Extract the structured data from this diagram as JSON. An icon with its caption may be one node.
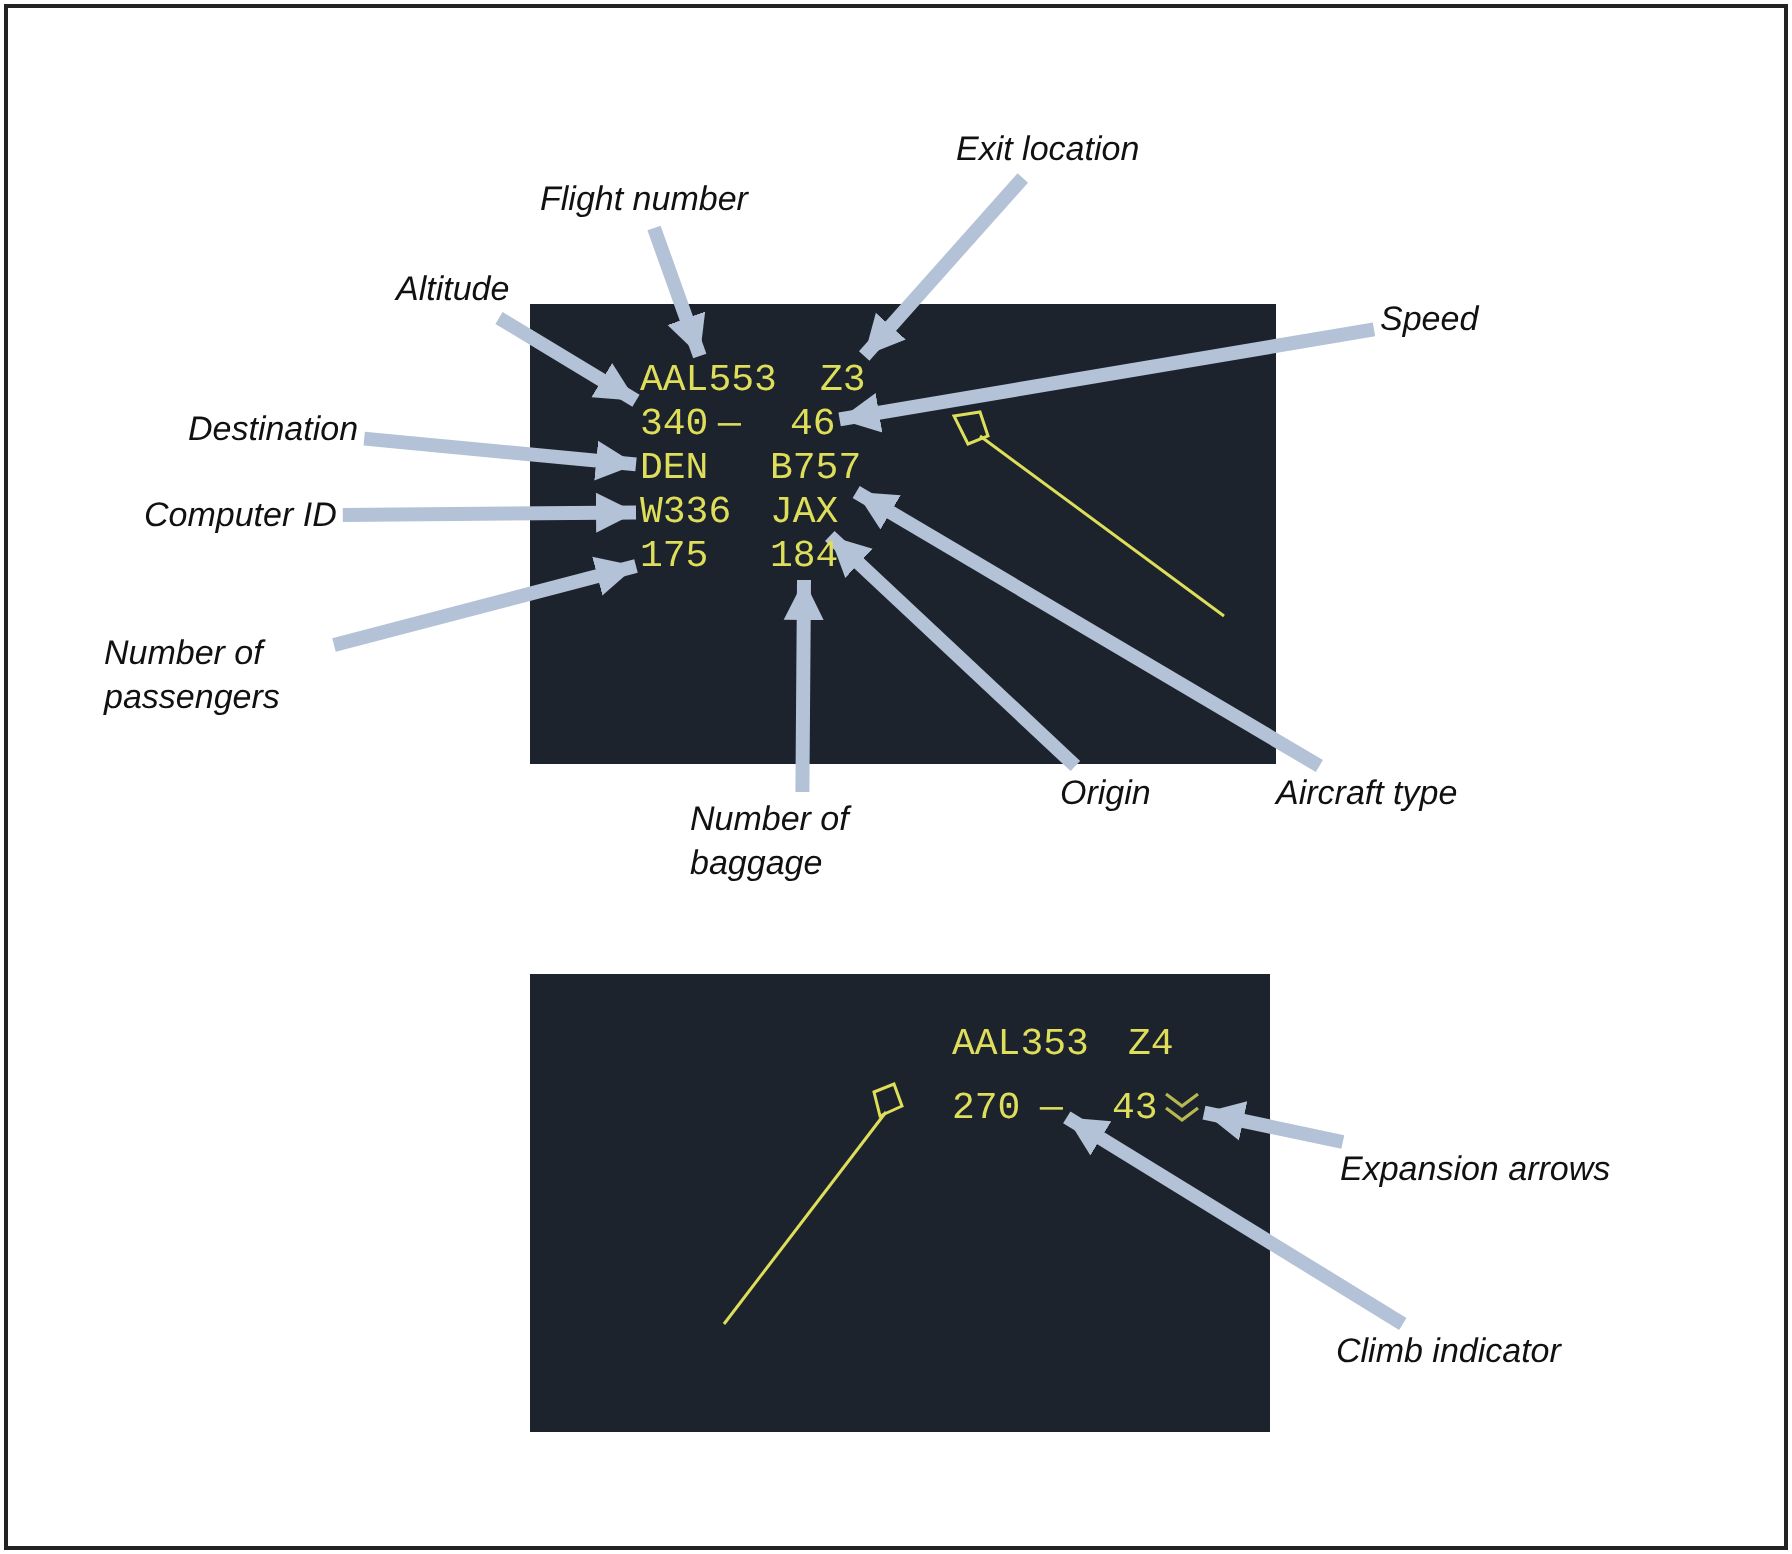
{
  "diagram": {
    "nodes": [
      {
        "text": [
          "Exit location"
        ]
      },
      {
        "text": [
          "Flight number"
        ]
      },
      {
        "text": [
          "Altitude"
        ]
      },
      {
        "text": [
          "Speed"
        ]
      },
      {
        "text": [
          "Destination"
        ]
      },
      {
        "text": [
          "Computer ID"
        ]
      },
      {
        "text": [
          "Number of passengers"
        ]
      },
      {
        "text": [
          "Number of baggage"
        ]
      },
      {
        "text": [
          "Origin"
        ]
      },
      {
        "text": [
          "Aircraft type"
        ]
      },
      {
        "text": [
          "AAL553"
        ]
      },
      {
        "text": [
          "Z3"
        ]
      },
      {
        "text": [
          "340"
        ]
      },
      {
        "text": [
          "46"
        ]
      },
      {
        "text": [
          "DEN"
        ]
      },
      {
        "text": [
          "B757"
        ]
      },
      {
        "text": [
          "W336"
        ]
      },
      {
        "text": [
          "JAX"
        ]
      },
      {
        "text": [
          "175"
        ]
      },
      {
        "text": [
          "184"
        ]
      },
      {
        "text": [
          "AAL353"
        ]
      },
      {
        "text": [
          "Z4"
        ]
      },
      {
        "text": [
          "270"
        ]
      },
      {
        "text": [
          "—"
        ]
      },
      {
        "text": [
          "43"
        ]
      },
      {
        "text": [],
        "shape": "chevron"
      },
      {
        "text": [
          "Expansion arrows"
        ]
      },
      {
        "text": [
          "Climb indicator"
        ]
      }
    ],
    "edges": [
      {
        "from": 1,
        "to": 10,
        "arrow": "to"
      },
      {
        "from": 0,
        "to": 11,
        "arrow": "to"
      },
      {
        "from": 2,
        "to": 12,
        "arrow": "to"
      },
      {
        "from": 3,
        "to": 13,
        "arrow": "to"
      },
      {
        "from": 4,
        "to": 14,
        "arrow": "to"
      },
      {
        "from": 9,
        "to": 15,
        "arrow": "to"
      },
      {
        "from": 5,
        "to": 16,
        "arrow": "to"
      },
      {
        "from": 8,
        "to": 17,
        "arrow": "to"
      },
      {
        "from": 6,
        "to": 18,
        "arrow": "to"
      },
      {
        "from": 7,
        "to": 19,
        "arrow": "to"
      },
      {
        "from": 26,
        "to": 25,
        "arrow": "to"
      },
      {
        "from": 27,
        "to": 23,
        "arrow": "to"
      }
    ],
    "labels": [
      "—"
    ]
  }
}
